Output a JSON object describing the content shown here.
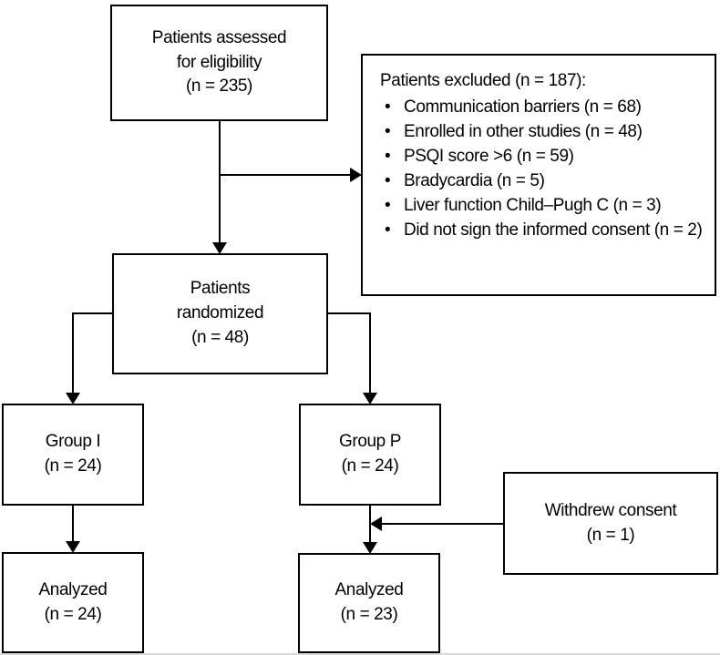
{
  "colors": {
    "line": "#000000",
    "box_border": "#000000",
    "box_background": "#ffffff",
    "text": "#000000",
    "page_background": "#ffffff"
  },
  "glyphs": {
    "bullet": "•"
  },
  "boxes": {
    "assessed": {
      "lines": [
        "Patients assessed",
        "for eligibility",
        "(n = 235)"
      ]
    },
    "excluded": {
      "title": "Patients excluded (n = 187):",
      "items": [
        "Communication barriers (n = 68)",
        "Enrolled in other studies (n = 48)",
        "PSQI score >6 (n = 59)",
        "Bradycardia (n = 5)",
        "Liver function Child–Pugh C (n = 3)",
        "Did not sign the informed consent (n = 2)"
      ]
    },
    "randomized": {
      "lines": [
        "Patients",
        "randomized",
        "(n = 48)"
      ]
    },
    "group_i": {
      "lines": [
        "Group I",
        "(n = 24)"
      ]
    },
    "group_p": {
      "lines": [
        "Group P",
        "(n = 24)"
      ]
    },
    "withdrew": {
      "lines": [
        "Withdrew consent",
        "(n = 1)"
      ]
    },
    "analyzed_i": {
      "lines": [
        "Analyzed",
        "(n = 24)"
      ]
    },
    "analyzed_p": {
      "lines": [
        "Analyzed",
        "(n = 23)"
      ]
    }
  },
  "edges": [
    {
      "from": "assessed",
      "to": "randomized"
    },
    {
      "from": "assessed",
      "to": "excluded"
    },
    {
      "from": "randomized",
      "to": "group_i"
    },
    {
      "from": "randomized",
      "to": "group_p"
    },
    {
      "from": "group_i",
      "to": "analyzed_i"
    },
    {
      "from": "group_p",
      "to": "analyzed_p"
    },
    {
      "from": "withdrew",
      "to": "group_p-analyzed_p-line"
    }
  ]
}
